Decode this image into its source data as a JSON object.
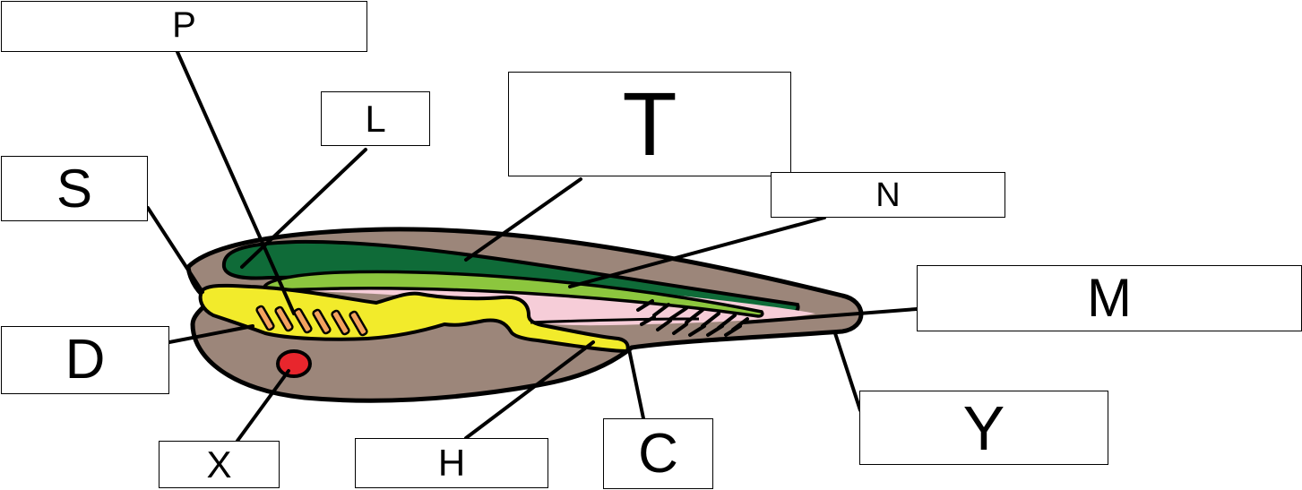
{
  "diagram": {
    "labels": {
      "P": "P",
      "L": "L",
      "T": "T",
      "N": "N",
      "S": "S",
      "M": "M",
      "D": "D",
      "X": "X",
      "H": "H",
      "C": "C",
      "Y": "Y"
    },
    "colors": {
      "body": "#9c867a",
      "pharynx": "#f2eb2b",
      "dorsal_nerve_cord": "#0f6b38",
      "notochord": "#8cc63e",
      "body_cavity": "#f6cdd8",
      "gonad_spot": "#e8262d",
      "gill_slits": "#f3a25e",
      "outline": "#000000"
    }
  }
}
